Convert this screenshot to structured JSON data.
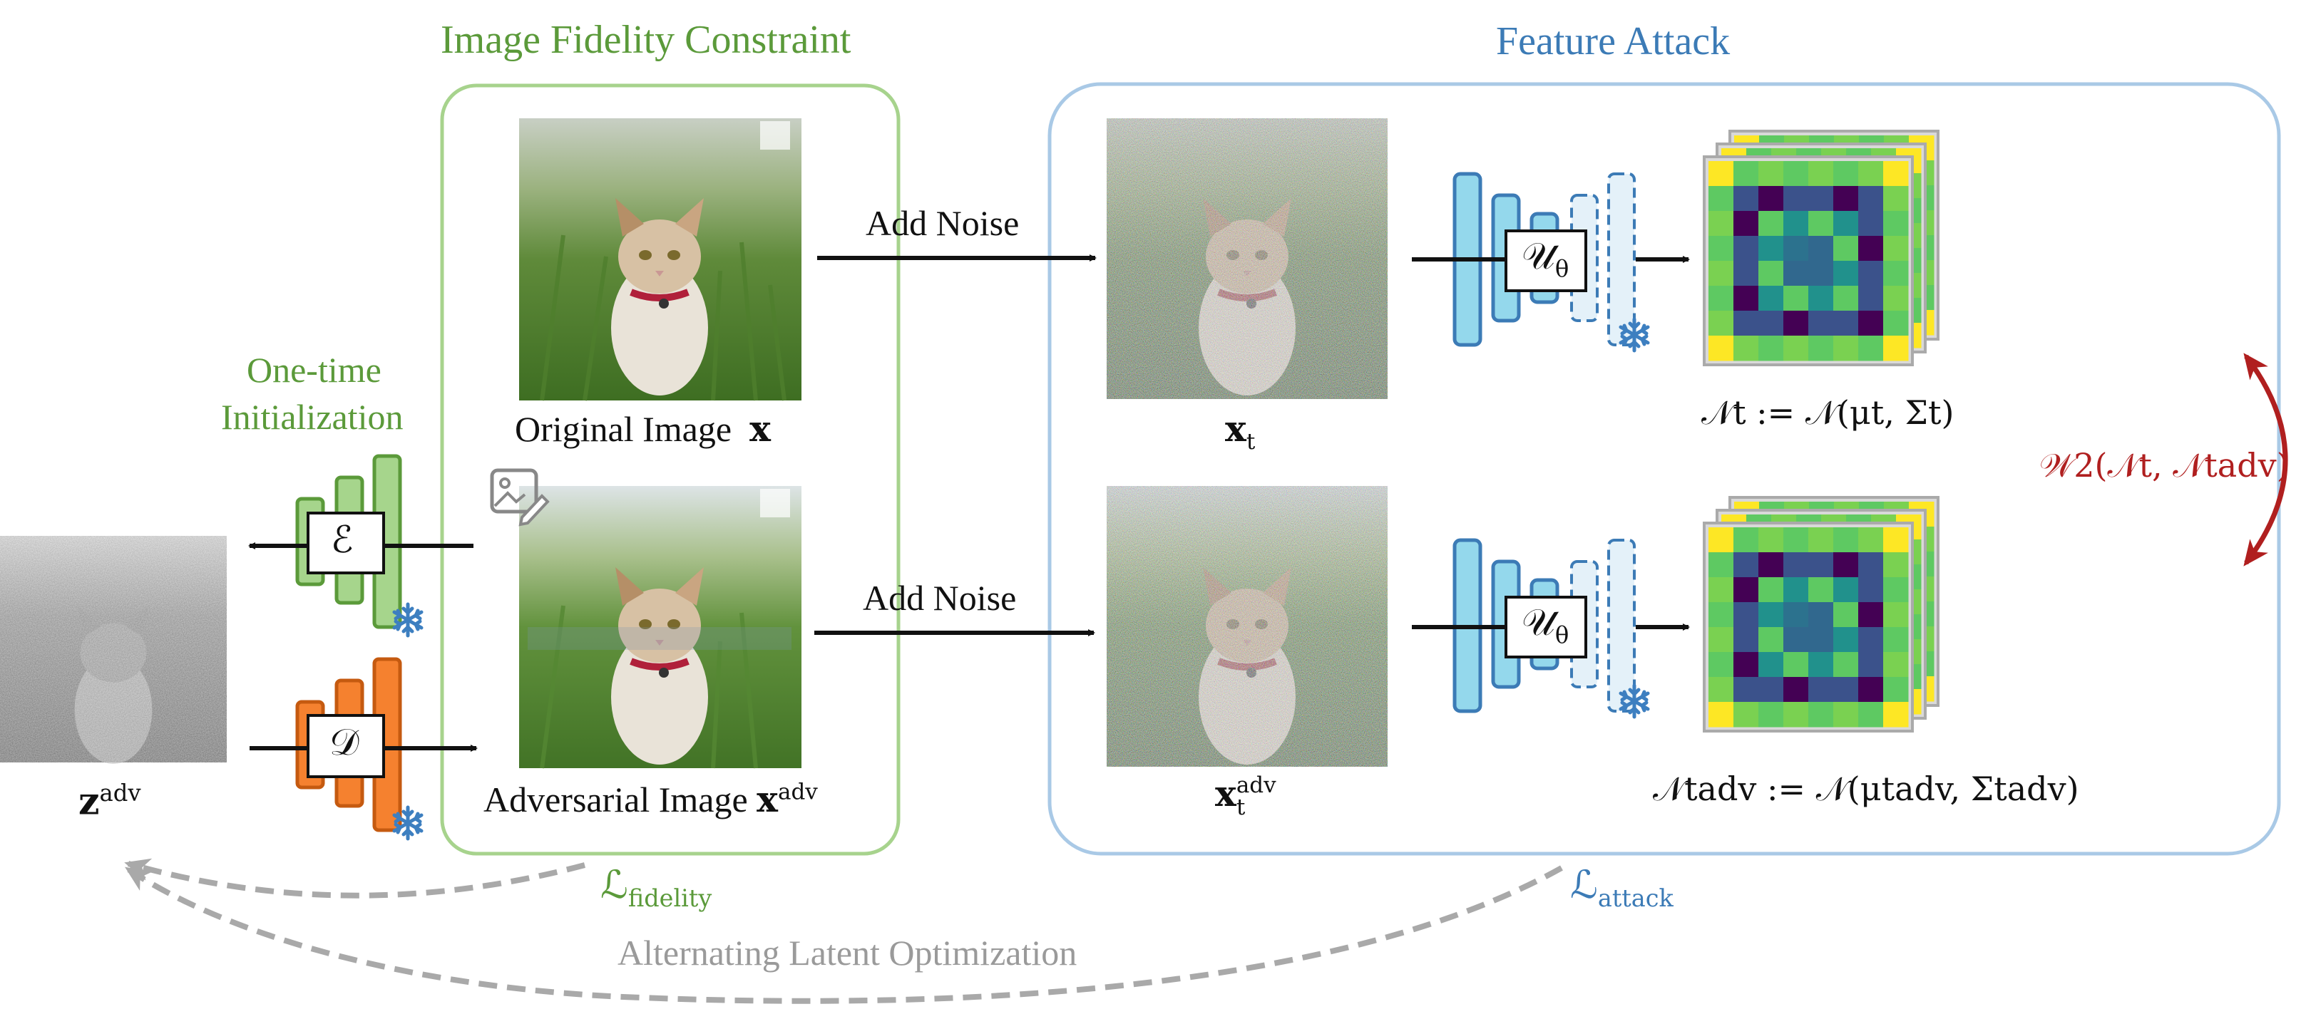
{
  "colors": {
    "fidelity_green": "#5b9a3a",
    "fidelity_box": "#a7d38d",
    "attack_blue": "#3c7bb6",
    "attack_box": "#a9c9e6",
    "encoder_fill": "#a6d58c",
    "decoder_fill": "#f5812f",
    "unet_fill": "#94d8ec",
    "wasserstein_red": "#b01f1f",
    "loop_gray": "#a9a9a9",
    "snowflake": "#3d7fc0"
  },
  "icons": [
    "snowflake-icon",
    "image-edit-icon"
  ],
  "labels": {
    "fidelity_title": "Image Fidelity Constraint",
    "attack_title": "Feature Attack",
    "one_time_line1": "One-time",
    "one_time_line2": "Initialization",
    "original_image": "Original Image",
    "original_symbol": "x",
    "adversarial_image": "Adversarial Image",
    "adversarial_symbol": "x",
    "adv_sup": "adv",
    "add_noise_top": "Add Noise",
    "add_noise_bottom": "Add Noise",
    "xt_base": "x",
    "xt_sub": "t",
    "xt_adv_base": "x",
    "xt_adv_sup": "adv",
    "xt_adv_sub": "t",
    "z_adv_base": "z",
    "z_adv_sup": "adv",
    "encoder_symbol": "ℰ",
    "decoder_symbol": "𝒟",
    "unet_symbol_top": "𝒰",
    "unet_symbol_bottom": "𝒰",
    "unet_sub": "θ",
    "n_t_formula": "𝒩t := 𝒩(μt, Σt)",
    "n_t_adv_formula": "𝒩tadv := 𝒩(μtadv, Σtadv)",
    "w2_formula": "𝒲2(𝒩t, 𝒩tadv)",
    "loss_fidelity_base": "ℒ",
    "loss_fidelity_sub": "fidelity",
    "loss_attack_base": "ℒ",
    "loss_attack_sub": "attack",
    "alternating": "Alternating Latent Optimization"
  }
}
